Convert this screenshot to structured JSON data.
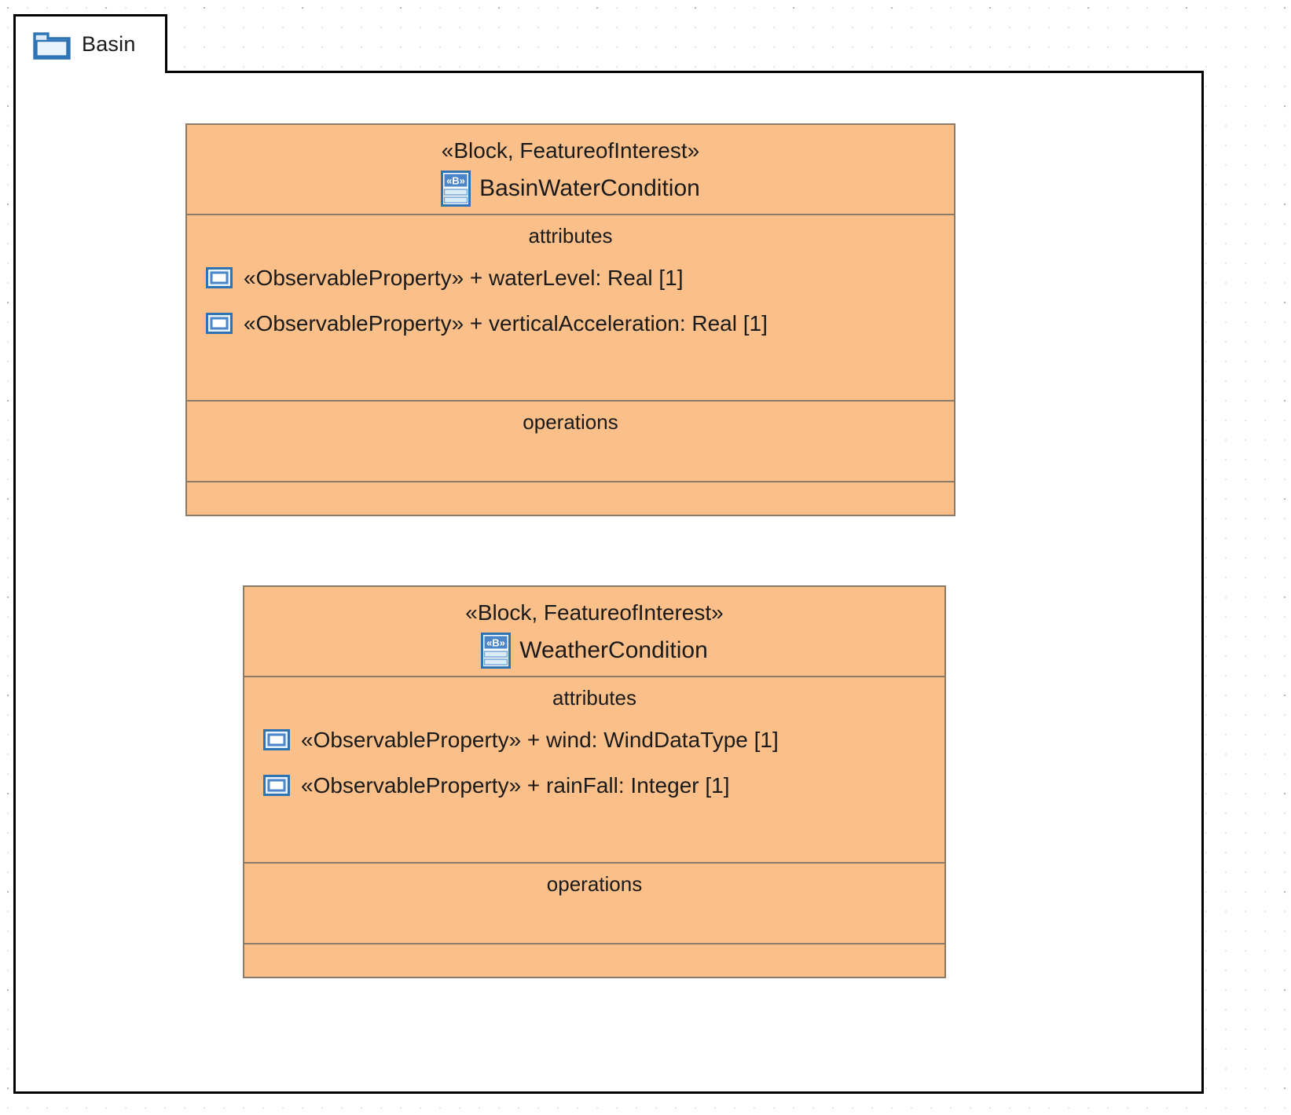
{
  "diagram": {
    "type": "sysml-block-definition-diagram",
    "package": {
      "name": "Basin",
      "icon": "folder-icon"
    },
    "colors": {
      "block_fill": "#FBC08A",
      "block_border": "#8a7a68",
      "frame_border": "#000000",
      "icon_blue": "#2E74B5",
      "canvas": "#ffffff"
    },
    "blocks": [
      {
        "id": "basin-water-condition",
        "stereotype": "«Block, FeatureofInterest»",
        "name": "BasinWaterCondition",
        "icon": "block-icon",
        "compartments": {
          "attributes_title": "attributes",
          "operations_title": "operations"
        },
        "attributes": [
          {
            "icon": "value-property-icon",
            "stereotype": "«ObservableProperty»",
            "visibility": "+",
            "name": "waterLevel",
            "type": "Real",
            "multiplicity": "[1]",
            "text": "«ObservableProperty»  + waterLevel: Real [1]"
          },
          {
            "icon": "value-property-icon",
            "stereotype": "«ObservableProperty»",
            "visibility": "+",
            "name": "verticalAcceleration",
            "type": "Real",
            "multiplicity": "[1]",
            "text": "«ObservableProperty»  + verticalAcceleration: Real [1]"
          }
        ],
        "operations": []
      },
      {
        "id": "weather-condition",
        "stereotype": "«Block, FeatureofInterest»",
        "name": "WeatherCondition",
        "icon": "block-icon",
        "compartments": {
          "attributes_title": "attributes",
          "operations_title": "operations"
        },
        "attributes": [
          {
            "icon": "value-property-icon",
            "stereotype": "«ObservableProperty»",
            "visibility": "+",
            "name": "wind",
            "type": "WindDataType",
            "multiplicity": "[1]",
            "text": "«ObservableProperty»  + wind: WindDataType [1]"
          },
          {
            "icon": "value-property-icon",
            "stereotype": "«ObservableProperty»",
            "visibility": "+",
            "name": "rainFall",
            "type": "Integer",
            "multiplicity": "[1]",
            "text": "«ObservableProperty»  + rainFall: Integer [1]"
          }
        ],
        "operations": []
      }
    ]
  }
}
